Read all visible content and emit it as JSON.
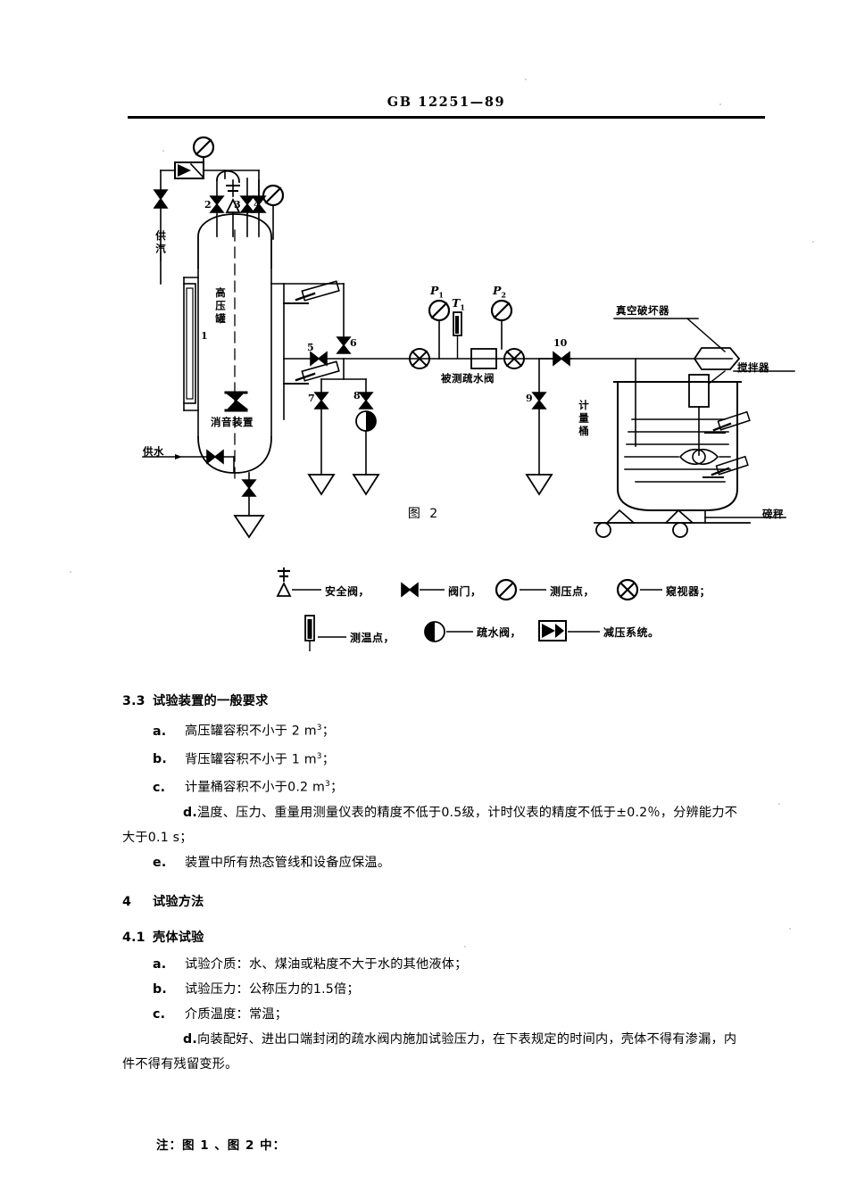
{
  "header": {
    "standard_number": "GB 12251—89"
  },
  "figure": {
    "caption": "图 2",
    "labels": {
      "steam_supply": "供汽",
      "water_supply": "供水",
      "high_pressure_tank": "高压罐",
      "silencer": "消音装置",
      "tested_trap": "被测疏水阀",
      "vacuum_breaker": "真空破坏器",
      "agitator": "搅拌器",
      "measuring_bucket": "计量桶",
      "scale": "磅秤"
    },
    "gauges": [
      {
        "name": "P1",
        "base": "P",
        "sub": "1"
      },
      {
        "name": "T1",
        "base": "T",
        "sub": "1"
      },
      {
        "name": "P2",
        "base": "P",
        "sub": "2"
      }
    ],
    "valve_numbers": [
      "1",
      "2",
      "3",
      "4",
      "5",
      "6",
      "7",
      "8",
      "9",
      "10"
    ]
  },
  "legend": {
    "intro": "注：图 1 、图 2 中：",
    "items": [
      {
        "symbol": "safety-valve",
        "text": "安全阀，"
      },
      {
        "symbol": "valve",
        "text": "阀门，"
      },
      {
        "symbol": "pressure-point",
        "text": "测压点，"
      },
      {
        "symbol": "sight-glass",
        "text": "窥视器；"
      },
      {
        "symbol": "temperature-point",
        "text": "测温点，"
      },
      {
        "symbol": "steam-trap",
        "text": "疏水阀，"
      },
      {
        "symbol": "pressure-reducing-system",
        "text": "减压系统。"
      }
    ]
  },
  "body": {
    "section_33": {
      "number": "3.3",
      "title": "试验装置的一般要求",
      "items": [
        {
          "label": "a.",
          "text": "高压罐容积不小于 2 m",
          "sup": "3",
          "tail": "；"
        },
        {
          "label": "b.",
          "text": "背压罐容积不小于 1 m",
          "sup": "3",
          "tail": "；"
        },
        {
          "label": "c.",
          "text": "计量桶容积不小于0.2 m",
          "sup": "3",
          "tail": "；"
        },
        {
          "label": "d.",
          "text": "温度、压力、重量用测量仪表的精度不低于0.5级，计时仪表的精度不低于±0.2％，分辨能力不大于0.1 s；"
        },
        {
          "label": "e.",
          "text": "装置中所有热态管线和设备应保温。"
        }
      ]
    },
    "section_4": {
      "number": "4",
      "title": "试验方法"
    },
    "section_41": {
      "number": "4.1",
      "title": "壳体试验",
      "items": [
        {
          "label": "a.",
          "text": "试验介质：水、煤油或粘度不大于水的其他液体；"
        },
        {
          "label": "b.",
          "text": "试验压力：公称压力的1.5倍；"
        },
        {
          "label": "c.",
          "text": "介质温度：常温；"
        },
        {
          "label": "d.",
          "text": "向装配好、进出口端封闭的疏水阀内施加试验压力，在下表规定的时间内，壳体不得有渗漏，内件不得有残留变形。"
        }
      ]
    }
  }
}
